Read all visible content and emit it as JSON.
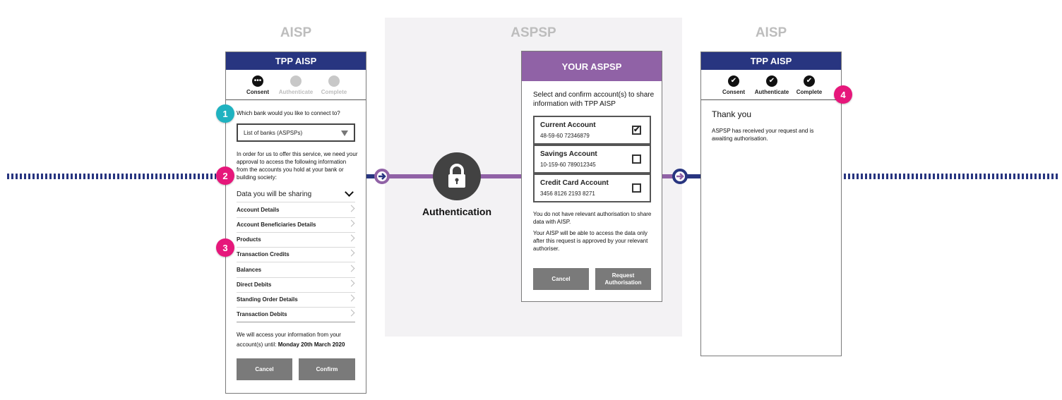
{
  "columns": {
    "left": "AISP",
    "middle": "ASPSP",
    "right": "AISP"
  },
  "colors": {
    "navy": "#283580",
    "purple": "#9062a6",
    "teal": "#1fb2c0",
    "pink": "#e6177b",
    "button_grey": "#7a7a7a"
  },
  "consent_screen": {
    "header": "TPP AISP",
    "steps": [
      {
        "label": "Consent",
        "state": "active"
      },
      {
        "label": "Authenticate",
        "state": "inactive"
      },
      {
        "label": "Complete",
        "state": "inactive"
      }
    ],
    "bank_question": "Which bank would you like to connect to?",
    "bank_select_value": "List of banks (ASPSPs)",
    "approval_text": "In order for us to offer this service, we need your approval to access the following information from the accounts you hold at your bank or building society:",
    "data_sharing_title": "Data you will be sharing",
    "data_items": [
      "Account Details",
      "Account Beneficiaries Details",
      "Products",
      "Transaction Credits",
      "Balances",
      "Direct Debits",
      "Standing Order Details",
      "Transaction Debits"
    ],
    "access_until_text": "We will access your information from your account(s) until:",
    "access_until_date": "Monday 20th March 2020",
    "cancel_label": "Cancel",
    "confirm_label": "Confirm"
  },
  "authentication": {
    "label": "Authentication",
    "icon": "lock-icon"
  },
  "aspsp_screen": {
    "header": "YOUR ASPSP",
    "instruction": "Select and confirm account(s) to share information with TPP AISP",
    "accounts": [
      {
        "name": "Current Account",
        "number": "48-59-60   72346879",
        "checked": true
      },
      {
        "name": "Savings Account",
        "number": "10-159-60   789012345",
        "checked": false
      },
      {
        "name": "Credit Card Account",
        "number": "3456 8126 2193 8271",
        "checked": false
      }
    ],
    "no_authorisation_text": "You do not have relevant authorisation to share data with AISP.",
    "access_note": "Your AISP will be able to access the data only after this request is approved by your relevant authoriser.",
    "cancel_label": "Cancel",
    "request_label": "Request Authorisation"
  },
  "complete_screen": {
    "header": "TPP AISP",
    "steps": [
      {
        "label": "Consent",
        "state": "done"
      },
      {
        "label": "Authenticate",
        "state": "done"
      },
      {
        "label": "Complete",
        "state": "done"
      }
    ],
    "thank_you": "Thank you",
    "message": "ASPSP has received your request and is awaiting authorisation."
  },
  "badges": [
    "1",
    "2",
    "3",
    "4"
  ]
}
